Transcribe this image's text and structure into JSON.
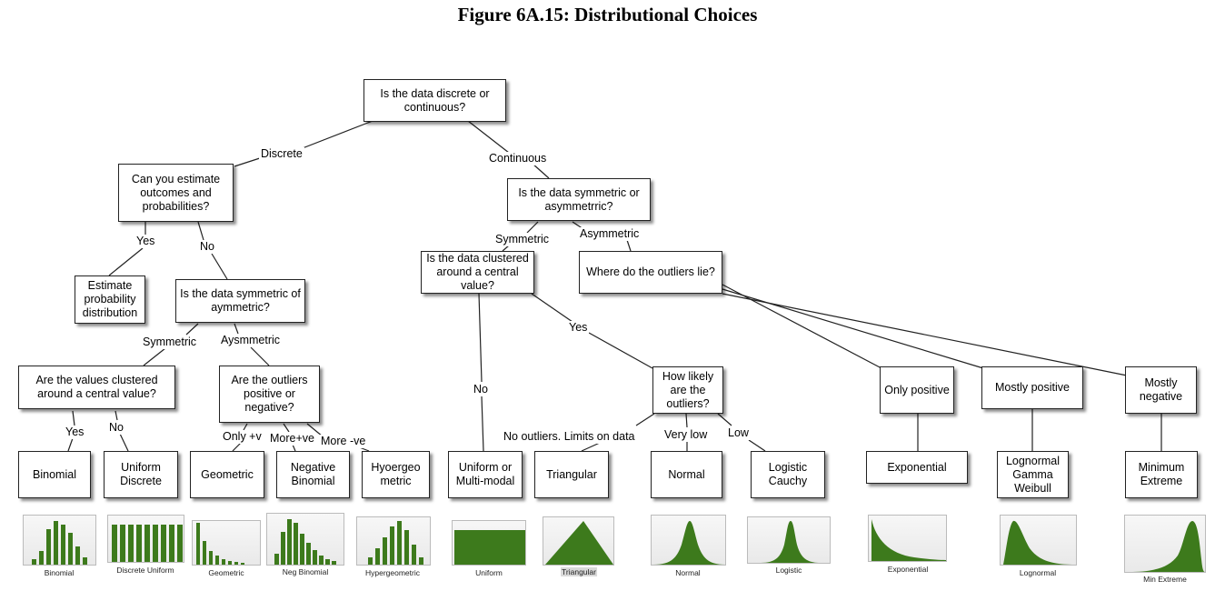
{
  "title": "Figure 6A.15: Distributional Choices",
  "nodes": {
    "root": "Is the data discrete or continuous?",
    "estimate": "Can you estimate outcomes and probabilities?",
    "estimate_prob": "Estimate probability distribution",
    "disc_sym": "Is the data symmetric of aymmetric?",
    "clustered_disc": "Are the values clustered around a central value?",
    "outliers_pos_neg": "Are the outliers positive or negative?",
    "cont_sym": "Is the data symmetric or asymmetrric?",
    "clustered_cont": "Is the data clustered around a central value?",
    "outliers_lie": "Where do the outliers lie?",
    "how_likely": "How likely are the outliers?",
    "only_positive": "Only positive",
    "mostly_positive": "Mostly positive",
    "mostly_negative": "Mostly negative",
    "binomial": "Binomial",
    "uniform_discrete": "Uniform Discrete",
    "geometric": "Geometric",
    "neg_binomial": "Negative Binomial",
    "hypergeo": "Hyoergeo metric",
    "uniform_multi": "Uniform or Multi-modal",
    "triangular": "Triangular",
    "normal": "Normal",
    "logistic": "Logistic Cauchy",
    "exponential": "Exponential",
    "lognormal": "Lognormal Gamma Weibull",
    "min_extreme": "Minimum Extreme"
  },
  "edge_labels": {
    "discrete": "Discrete",
    "continuous": "Continuous",
    "yes1": "Yes",
    "no1": "No",
    "symmetric1": "Symmetric",
    "aysmmetric": "Aysmmetric",
    "yes2": "Yes",
    "no2": "No",
    "only_pos": "Only +v",
    "more_pos": "More+ve",
    "more_neg": "More -ve",
    "symmetric2": "Symmetric",
    "asymmetric2": "Asymmetric",
    "no3": "No",
    "yes3": "Yes",
    "no_outliers": "No outliers. Limits on data",
    "very_low": "Very low",
    "low": "Low"
  },
  "thumbnails": {
    "binomial": "Binomial",
    "discrete_uniform": "Discrete Uniform",
    "geometric": "Geometric",
    "neg_binomial": "Neg Binomial",
    "hypergeometric": "Hypergeometric",
    "uniform": "Uniform",
    "triangular": "Triangular",
    "normal": "Normal",
    "logistic": "Logistic",
    "exponential": "Exponential",
    "lognormal": "Lognormal",
    "min_extreme": "Min Extreme"
  },
  "colors": {
    "fill": "#3d7a1c",
    "border": "#222222"
  }
}
